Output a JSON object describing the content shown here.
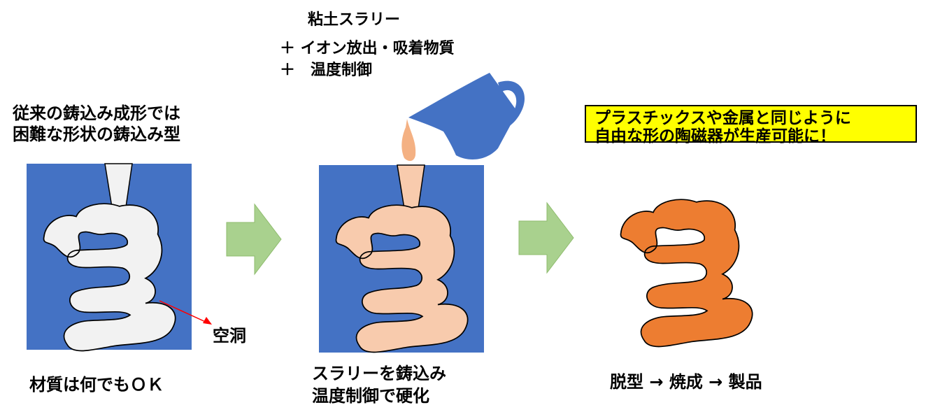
{
  "left_panel": {
    "title_line1": "従来の鋳込み成形では",
    "title_line2": "困難な形状の鋳込み型",
    "cavity_label": "空洞",
    "caption": "材質は何でもＯＫ"
  },
  "middle_panel": {
    "header_line1": "粘土スラリー",
    "header_line2": "＋ イオン放出・吸着物質",
    "header_line3": "＋　温度制御",
    "caption_line1": "スラリーを鋳込み",
    "caption_line2": "温度制御で硬化"
  },
  "right_panel": {
    "callout_line1": "プラスチックスや金属と同じように",
    "callout_line2": "自由な形の陶磁器が生産可能に！",
    "caption": "脱型 → 焼成 → 製品"
  },
  "colors": {
    "mold_blue": "#4472c4",
    "cavity_white": "#f2f2f2",
    "slurry": "#f8cbad",
    "product": "#ed7d31",
    "arrow_green": "#a9d18e",
    "callout_yellow": "#ffff00",
    "pointer_red": "#ff0000"
  }
}
